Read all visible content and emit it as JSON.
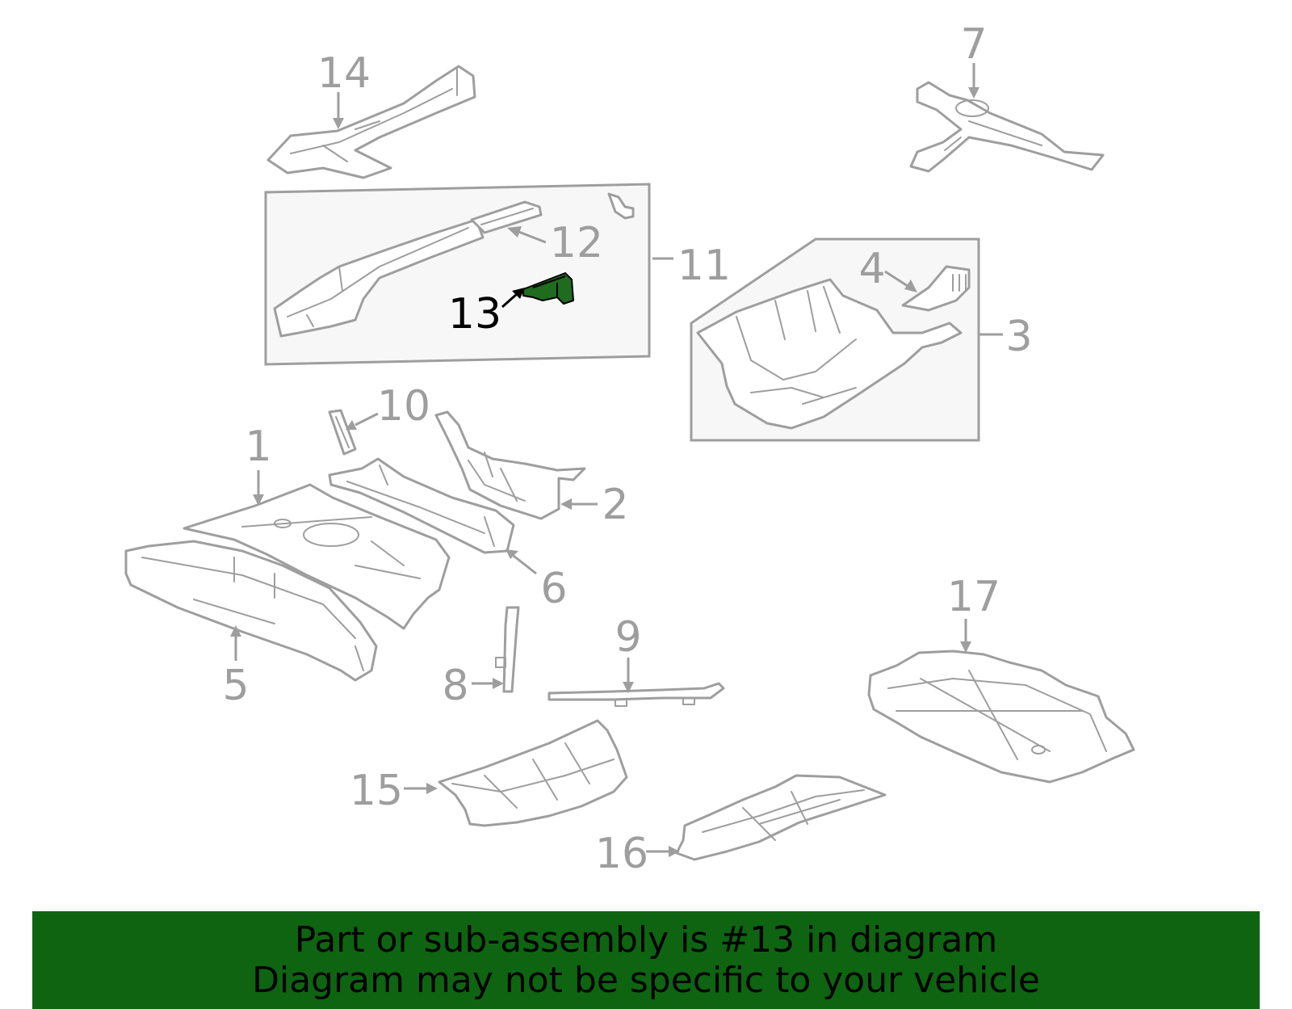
{
  "diagram": {
    "highlight_color": "#1f6b1f",
    "line_color": "#9e9e9e",
    "highlighted_part": "13",
    "callouts": {
      "c1": "1",
      "c2": "2",
      "c3": "3",
      "c4": "4",
      "c5": "5",
      "c6": "6",
      "c7": "7",
      "c8": "8",
      "c9": "9",
      "c10": "10",
      "c11": "11",
      "c12": "12",
      "c13": "13",
      "c14": "14",
      "c15": "15",
      "c16": "16",
      "c17": "17"
    }
  },
  "banner": {
    "line1": "Part or sub-assembly is #13 in diagram",
    "line2": "Diagram may not be specific to your vehicle",
    "background": "#0e6411"
  }
}
